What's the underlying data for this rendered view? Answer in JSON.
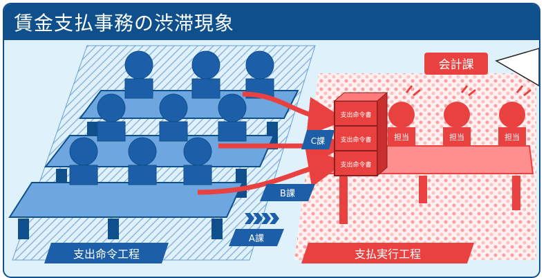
{
  "title": "賃金支払事務の渋滞現象",
  "badge": "会計課",
  "conveyor_labels": {
    "a": "A課",
    "b": "B課",
    "c": "C課"
  },
  "boxes": [
    "支出命令書",
    "支出命令書",
    "支出命令書"
  ],
  "worker_labels": [
    "担当",
    "担当",
    "担当"
  ],
  "stage_left": "支出命令工程",
  "stage_right": "支払実行工程",
  "arrows_chevron": "››››",
  "colors": {
    "navy": "#0f4f8c",
    "blue": "#1c5fa8",
    "light_blue": "#7fb2e6",
    "red": "#e8413f",
    "pink": "#ffb3b3",
    "bg": "#dff1fb"
  }
}
